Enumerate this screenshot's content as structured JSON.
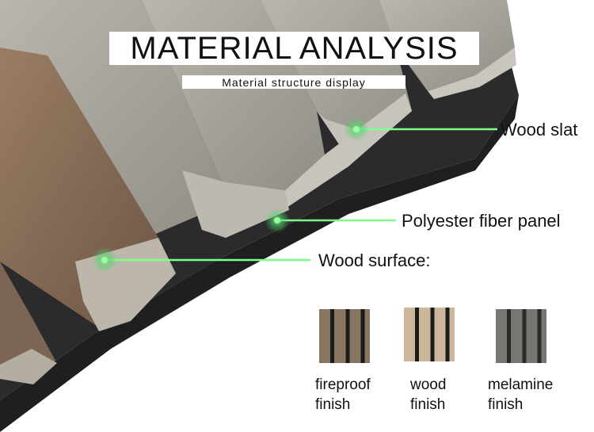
{
  "header": {
    "title": "MATERIAL ANALYSIS",
    "subtitle": "Material structure display"
  },
  "callouts": {
    "wood_slat": "Wood slat",
    "polyester": "Polyester fiber panel",
    "wood_surface": "Wood surface:"
  },
  "finishes": [
    {
      "line1": "fireproof",
      "line2": "finish",
      "slat_color": "#8a7560",
      "gap_color": "#1b1b1b"
    },
    {
      "line1": "wood",
      "line2": "finish",
      "slat_color": "#cdb79a",
      "gap_color": "#1b1b1b"
    },
    {
      "line1": "melamine",
      "line2": "finish",
      "slat_color": "#777673",
      "gap_color": "#2a2a2a"
    }
  ],
  "colors": {
    "accent_green": "#7dff8a",
    "felt": "#2b2b2d",
    "grey_slat": "#a7a49d",
    "brown_slat": "#7c6552"
  }
}
